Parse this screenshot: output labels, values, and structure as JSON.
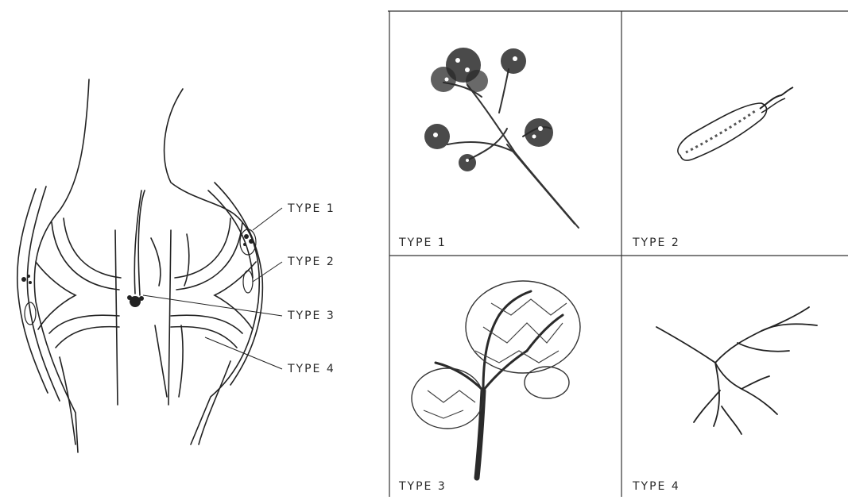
{
  "diagram": {
    "callouts": [
      {
        "label": "TYPE 1"
      },
      {
        "label": "TYPE 2"
      },
      {
        "label": "TYPE 3"
      },
      {
        "label": "TYPE 4"
      }
    ],
    "panels": [
      {
        "label": "TYPE 1",
        "icon": "type-1-receptor-icon"
      },
      {
        "label": "TYPE 2",
        "icon": "type-2-receptor-icon"
      },
      {
        "label": "TYPE 3",
        "icon": "type-3-receptor-icon"
      },
      {
        "label": "TYPE 4",
        "icon": "type-4-receptor-icon"
      }
    ]
  }
}
